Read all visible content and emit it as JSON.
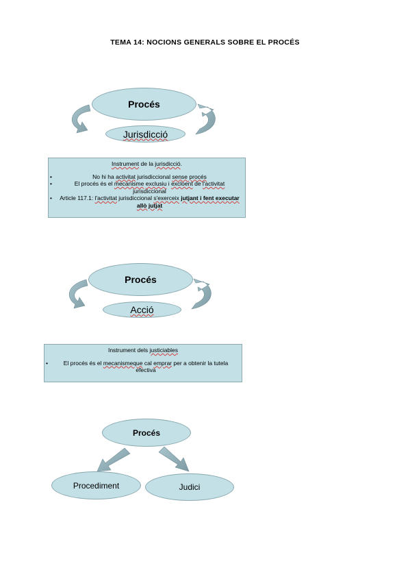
{
  "title": "TEMA 14: NOCIONS GENERALS SOBRE EL PROCÉS",
  "diagram1": {
    "top": "Procés",
    "bottom": "Jurisdicció",
    "box_head": [
      "Instrument",
      " de la ",
      "jurisdicció",
      "."
    ],
    "bullets": [
      [
        "No hi ha ",
        "activitat",
        " jurisdiccional ",
        "sense procés"
      ],
      [
        "El procés és el ",
        "mecanisme",
        " ",
        "exclusiu",
        " i ",
        "excloent",
        " de ",
        "l'activitat",
        " jurisdiccional"
      ],
      [
        "Article 117.1: ",
        "l'activitat",
        " jurisdiccional ",
        "s'exerceix",
        " ",
        "jutjant i fent executar allò jutjat"
      ]
    ]
  },
  "diagram2": {
    "top": "Procés",
    "bottom": "Acció",
    "box_head": [
      "Instrument dels ",
      "justiciables"
    ],
    "bullets": [
      [
        "El procés és el ",
        "mecanismeque",
        " cal ",
        "emprar",
        " per a obtenir la tutela efectiva"
      ]
    ]
  },
  "diagram3": {
    "top": "Procés",
    "left": "Procediment",
    "right": "Judici"
  }
}
